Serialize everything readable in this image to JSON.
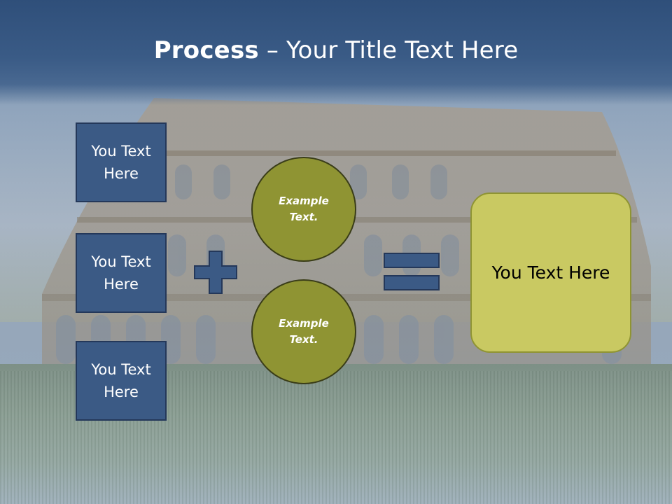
{
  "title": {
    "bold": "Process",
    "rest": " – Your Title Text Here"
  },
  "left_boxes": [
    {
      "text": "You Text Here"
    },
    {
      "text": "You Text Here"
    },
    {
      "text": "You Text Here"
    }
  ],
  "operators": {
    "plus_icon": "plus-icon",
    "equals_icon": "equals-icon"
  },
  "circles": [
    {
      "text": "Example Text."
    },
    {
      "text": "Example Text."
    }
  ],
  "result": {
    "text": "You Text Here"
  },
  "colors": {
    "title_bar": "#3a5b86",
    "box_fill": "#3b5a85",
    "circle_fill": "#8f9433",
    "result_fill": "#c9c962"
  }
}
